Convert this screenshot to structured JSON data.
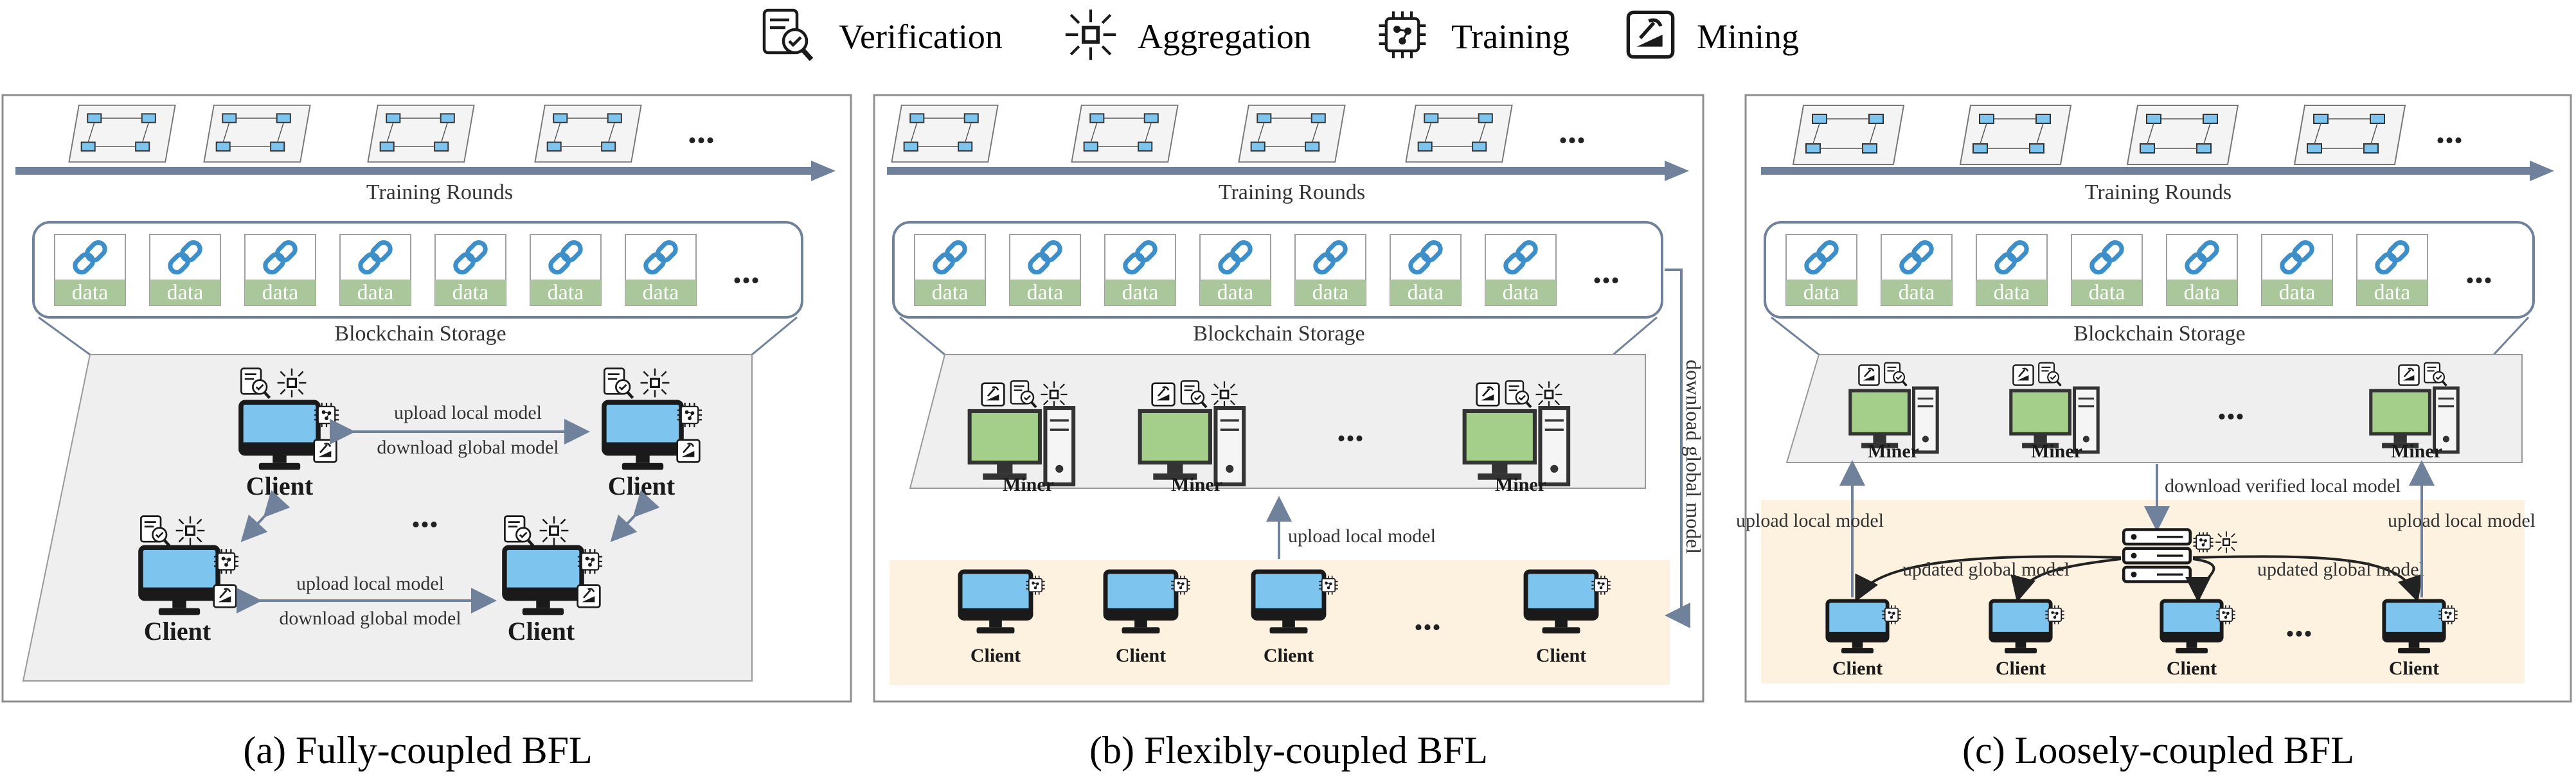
{
  "legend": [
    {
      "icon": "verification-icon",
      "label": "Verification"
    },
    {
      "icon": "aggregation-icon",
      "label": "Aggregation"
    },
    {
      "icon": "training-icon",
      "label": "Training"
    },
    {
      "icon": "mining-icon",
      "label": "Mining"
    }
  ],
  "common": {
    "training_rounds": "Training Rounds",
    "blockchain_storage": "Blockchain Storage",
    "block_label": "data",
    "ellipsis": "...",
    "client": "Client",
    "miner": "Miner"
  },
  "panel_a": {
    "caption": "(a)  Fully-coupled  BFL",
    "upload_local_model": "upload local model",
    "download_global_model": "download global model"
  },
  "panel_b": {
    "caption": "(b)  Flexibly-coupled  BFL",
    "upload_local_model": "upload local model",
    "download_global_model": "download global model"
  },
  "panel_c": {
    "caption": "(c)  Loosely-coupled  BFL",
    "download_verified_local_model": "download verified local model",
    "upload_local_model": "upload local model",
    "updated_global_model": "updated global model"
  },
  "colors": {
    "panel_border": "#8f8f8f",
    "arrow": "#6f819b",
    "storage_border": "#6f819b",
    "block_green": "#a9c79a",
    "block_icon": "#3c8fc9",
    "platform_grey": "#efefef",
    "client_zone": "#fdf1e0",
    "screen_blue": "#7dc4ee",
    "screen_green": "#a3cf8a"
  }
}
